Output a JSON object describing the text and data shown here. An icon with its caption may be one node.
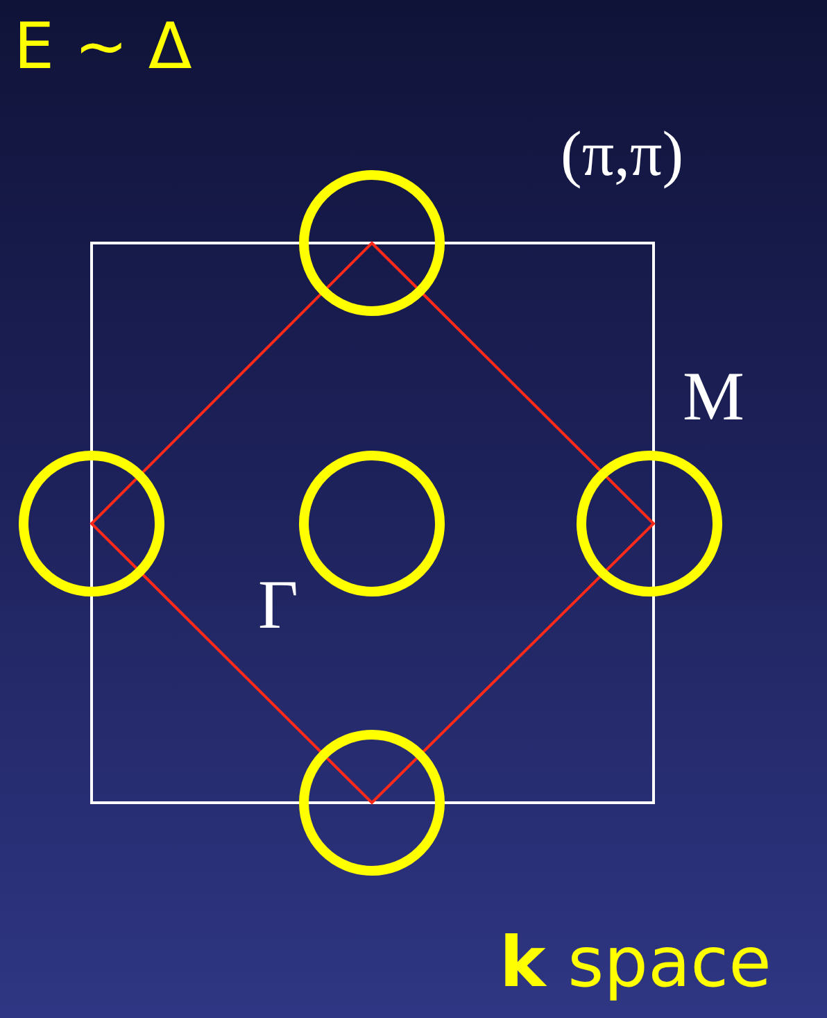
{
  "diagram": {
    "title": "E ~ Δ",
    "labels": [
      "(π,π)",
      "M",
      "Γ",
      "**k** space"
    ]
  }
}
